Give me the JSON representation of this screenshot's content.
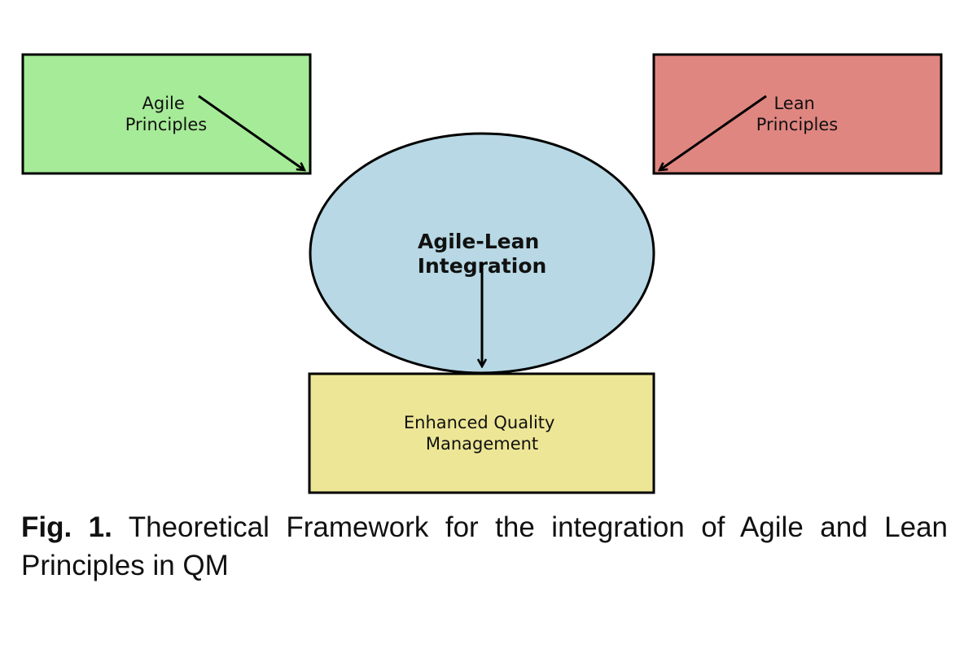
{
  "diagram": {
    "nodes": {
      "agile": {
        "lines": [
          "Agile",
          "Principles"
        ],
        "fill": "#a6eb98"
      },
      "lean": {
        "lines": [
          "Lean",
          "Principles"
        ],
        "fill": "#e08681"
      },
      "integration": {
        "lines": [
          "Agile-Lean",
          "Integration"
        ],
        "fill": "#b7d8e4"
      },
      "outcome": {
        "lines": [
          "Enhanced Quality",
          "Management"
        ],
        "fill": "#ede696"
      }
    },
    "stroke_color": "#000000"
  },
  "caption": {
    "label": "Fig. 1.",
    "text": "Theoretical Framework for the integration of Agile and Lean Principles in QM"
  }
}
